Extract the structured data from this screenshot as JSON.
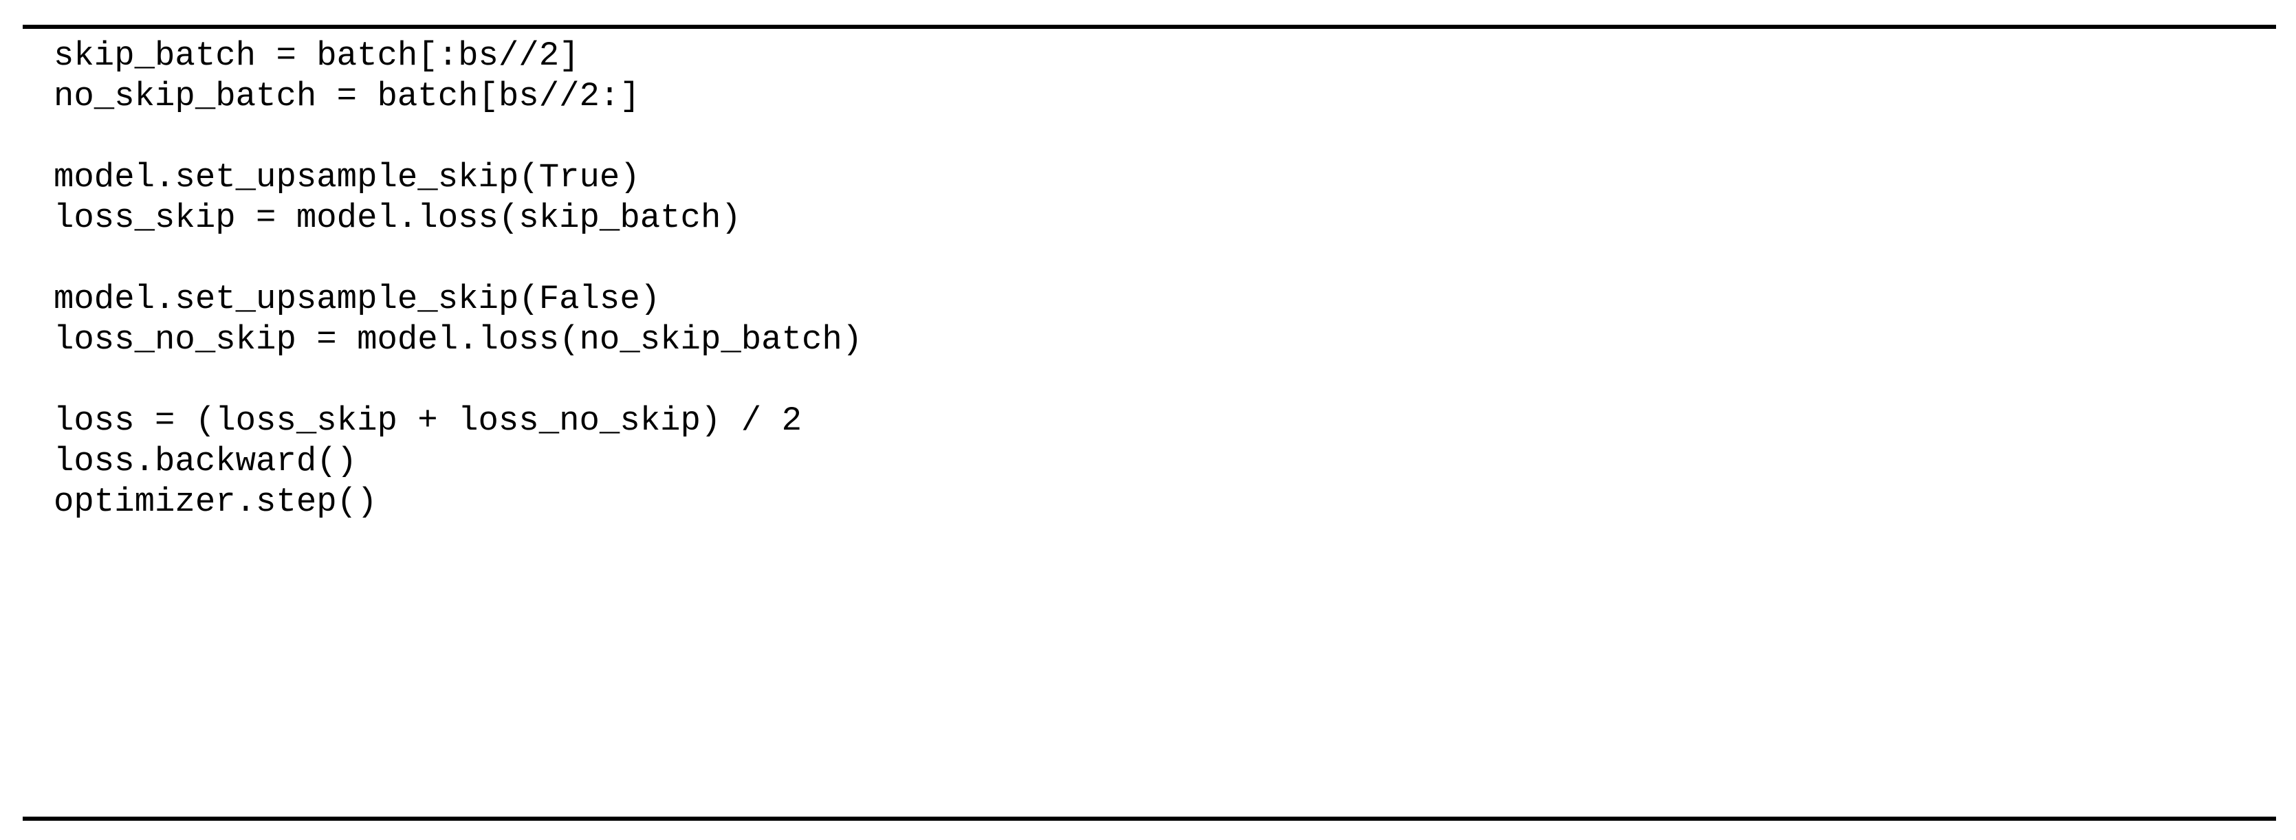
{
  "listing": {
    "kind": "algorithm-code-block",
    "language": "python",
    "rules": {
      "top_rule": "horizontal-rule",
      "bottom_rule": "horizontal-rule"
    },
    "colors": {
      "background": "#ffffff",
      "text": "#000000",
      "rule": "#000000"
    },
    "lines": [
      {
        "id": "line-1",
        "text": "skip_batch = batch[:bs//2]",
        "blank": false
      },
      {
        "id": "line-2",
        "text": "no_skip_batch = batch[bs//2:]",
        "blank": false
      },
      {
        "id": "line-3",
        "text": "",
        "blank": true
      },
      {
        "id": "line-4",
        "text": "model.set_upsample_skip(True)",
        "blank": false
      },
      {
        "id": "line-5",
        "text": "loss_skip = model.loss(skip_batch)",
        "blank": false
      },
      {
        "id": "line-6",
        "text": "",
        "blank": true
      },
      {
        "id": "line-7",
        "text": "model.set_upsample_skip(False)",
        "blank": false
      },
      {
        "id": "line-8",
        "text": "loss_no_skip = model.loss(no_skip_batch)",
        "blank": false
      },
      {
        "id": "line-9",
        "text": "",
        "blank": true
      },
      {
        "id": "line-10",
        "text": "loss = (loss_skip + loss_no_skip) / 2",
        "blank": false
      },
      {
        "id": "line-11",
        "text": "loss.backward()",
        "blank": false
      },
      {
        "id": "line-12",
        "text": "optimizer.step()",
        "blank": false
      }
    ]
  }
}
